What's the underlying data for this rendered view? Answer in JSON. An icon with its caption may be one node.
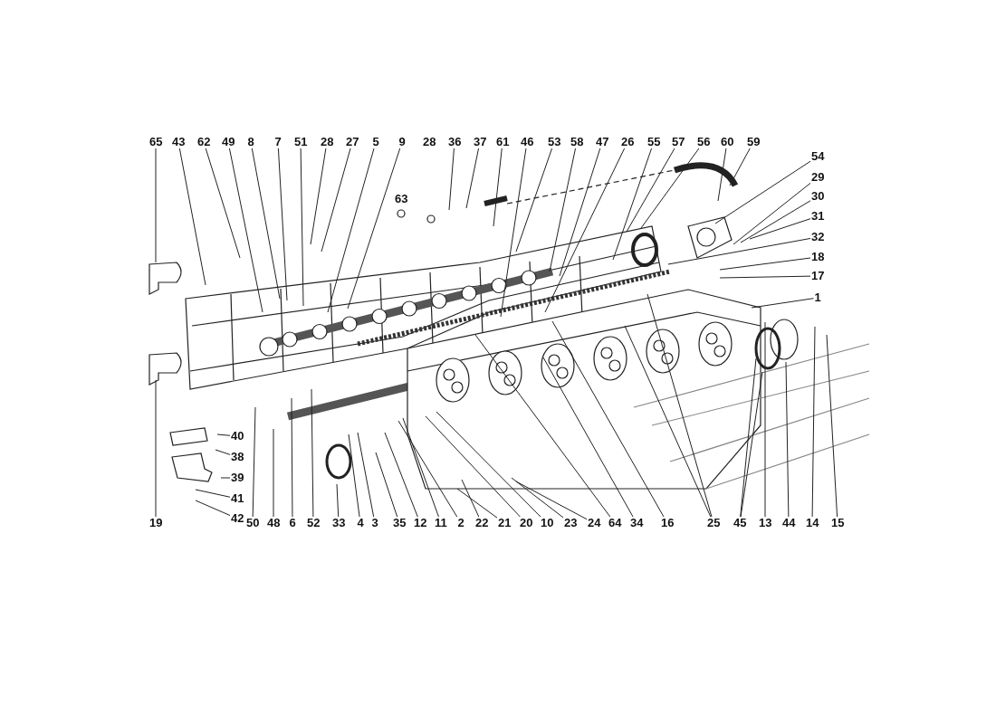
{
  "diagram": {
    "nodes": [
      {
        "text": [
          "65"
        ]
      },
      {
        "text": [
          "43"
        ]
      },
      {
        "text": [
          "62"
        ]
      },
      {
        "text": [
          "49"
        ]
      },
      {
        "text": [
          "8"
        ]
      },
      {
        "text": [
          "7"
        ]
      },
      {
        "text": [
          "51"
        ]
      },
      {
        "text": [
          "28"
        ]
      },
      {
        "text": [
          "27"
        ]
      },
      {
        "text": [
          "5"
        ]
      },
      {
        "text": [
          "9"
        ]
      },
      {
        "text": [
          "36"
        ]
      },
      {
        "text": [
          "37"
        ]
      },
      {
        "text": [
          "61"
        ]
      },
      {
        "text": [
          "46"
        ]
      },
      {
        "text": [
          "53"
        ]
      },
      {
        "text": [
          "58"
        ]
      },
      {
        "text": [
          "47"
        ]
      },
      {
        "text": [
          "26"
        ]
      },
      {
        "text": [
          "55"
        ]
      },
      {
        "text": [
          "57"
        ]
      },
      {
        "text": [
          "56"
        ]
      },
      {
        "text": [
          "60"
        ]
      },
      {
        "text": [
          "59"
        ]
      },
      {
        "text": [
          "54"
        ]
      },
      {
        "text": [
          "29"
        ]
      },
      {
        "text": [
          "30"
        ]
      },
      {
        "text": [
          "31"
        ]
      },
      {
        "text": [
          "32"
        ]
      },
      {
        "text": [
          "18"
        ]
      },
      {
        "text": [
          "17"
        ]
      },
      {
        "text": [
          "1"
        ]
      },
      {
        "text": [
          "40"
        ]
      },
      {
        "text": [
          "38"
        ]
      },
      {
        "text": [
          "39"
        ]
      },
      {
        "text": [
          "41"
        ]
      },
      {
        "text": [
          "42"
        ]
      },
      {
        "text": [
          "19"
        ]
      },
      {
        "text": [
          "50"
        ]
      },
      {
        "text": [
          "48"
        ]
      },
      {
        "text": [
          "6"
        ]
      },
      {
        "text": [
          "52"
        ]
      },
      {
        "text": [
          "33"
        ]
      },
      {
        "text": [
          "4"
        ]
      },
      {
        "text": [
          "3"
        ]
      },
      {
        "text": [
          "35"
        ]
      },
      {
        "text": [
          "12"
        ]
      },
      {
        "text": [
          "11"
        ]
      },
      {
        "text": [
          "2"
        ]
      },
      {
        "text": [
          "22"
        ]
      },
      {
        "text": [
          "21"
        ]
      },
      {
        "text": [
          "20"
        ]
      },
      {
        "text": [
          "10"
        ]
      },
      {
        "text": [
          "23"
        ]
      },
      {
        "text": [
          "24"
        ]
      },
      {
        "text": [
          "64"
        ]
      },
      {
        "text": [
          "34"
        ]
      },
      {
        "text": [
          "16"
        ]
      },
      {
        "text": [
          "25"
        ]
      },
      {
        "text": [
          "45"
        ]
      },
      {
        "text": [
          "13"
        ]
      },
      {
        "text": [
          "44"
        ]
      },
      {
        "text": [
          "14"
        ]
      },
      {
        "text": [
          "15"
        ]
      }
    ],
    "edges": [
      {
        "from": 0,
        "to": null,
        "arrow": "none"
      },
      {
        "from": 1,
        "to": null,
        "arrow": "none"
      },
      {
        "from": 2,
        "to": null,
        "arrow": "none"
      },
      {
        "from": 3,
        "to": null,
        "arrow": "none"
      },
      {
        "from": 4,
        "to": null,
        "arrow": "none"
      },
      {
        "from": 5,
        "to": null,
        "arrow": "none"
      },
      {
        "from": 6,
        "to": null,
        "arrow": "none"
      },
      {
        "from": 7,
        "to": null,
        "arrow": "none"
      },
      {
        "from": 8,
        "to": null,
        "arrow": "none"
      },
      {
        "from": 9,
        "to": null,
        "arrow": "none"
      },
      {
        "from": 10,
        "to": null,
        "arrow": "none"
      },
      {
        "from": 11,
        "to": null,
        "arrow": "none"
      },
      {
        "from": 12,
        "to": null,
        "arrow": "none"
      },
      {
        "from": 13,
        "to": null,
        "arrow": "none"
      },
      {
        "from": 14,
        "to": null,
        "arrow": "none"
      },
      {
        "from": 15,
        "to": null,
        "arrow": "none"
      },
      {
        "from": 16,
        "to": null,
        "arrow": "none"
      },
      {
        "from": 17,
        "to": null,
        "arrow": "none"
      },
      {
        "from": 18,
        "to": null,
        "arrow": "none"
      },
      {
        "from": 19,
        "to": null,
        "arrow": "none"
      },
      {
        "from": 20,
        "to": null,
        "arrow": "none"
      },
      {
        "from": 21,
        "to": null,
        "arrow": "none"
      },
      {
        "from": 22,
        "to": null,
        "arrow": "none"
      },
      {
        "from": 23,
        "to": null,
        "arrow": "none"
      },
      {
        "from": 24,
        "to": null,
        "arrow": "none"
      },
      {
        "from": 25,
        "to": null,
        "arrow": "none"
      },
      {
        "from": 26,
        "to": null,
        "arrow": "none"
      },
      {
        "from": 27,
        "to": null,
        "arrow": "none"
      },
      {
        "from": 28,
        "to": null,
        "arrow": "none"
      },
      {
        "from": 29,
        "to": null,
        "arrow": "none"
      },
      {
        "from": 30,
        "to": null,
        "arrow": "none"
      },
      {
        "from": 31,
        "to": null,
        "arrow": "none"
      },
      {
        "from": 32,
        "to": null,
        "arrow": "none"
      },
      {
        "from": 33,
        "to": null,
        "arrow": "none"
      },
      {
        "from": 34,
        "to": null,
        "arrow": "none"
      },
      {
        "from": 35,
        "to": null,
        "arrow": "none"
      },
      {
        "from": 36,
        "to": null,
        "arrow": "none"
      },
      {
        "from": 37,
        "to": null,
        "arrow": "none"
      },
      {
        "from": 38,
        "to": null,
        "arrow": "none"
      },
      {
        "from": 39,
        "to": null,
        "arrow": "none"
      },
      {
        "from": 40,
        "to": null,
        "arrow": "none"
      },
      {
        "from": 41,
        "to": null,
        "arrow": "none"
      },
      {
        "from": 42,
        "to": null,
        "arrow": "none"
      },
      {
        "from": 43,
        "to": null,
        "arrow": "none"
      },
      {
        "from": 44,
        "to": null,
        "arrow": "none"
      },
      {
        "from": 45,
        "to": null,
        "arrow": "none"
      },
      {
        "from": 46,
        "to": null,
        "arrow": "none"
      },
      {
        "from": 47,
        "to": null,
        "arrow": "none"
      },
      {
        "from": 48,
        "to": null,
        "arrow": "none"
      },
      {
        "from": 49,
        "to": null,
        "arrow": "none"
      },
      {
        "from": 50,
        "to": null,
        "arrow": "none"
      },
      {
        "from": 51,
        "to": null,
        "arrow": "none"
      },
      {
        "from": 52,
        "to": null,
        "arrow": "none"
      },
      {
        "from": 53,
        "to": null,
        "arrow": "none"
      },
      {
        "from": 54,
        "to": null,
        "arrow": "none"
      },
      {
        "from": 55,
        "to": null,
        "arrow": "none"
      },
      {
        "from": 56,
        "to": null,
        "arrow": "none"
      },
      {
        "from": 57,
        "to": null,
        "arrow": "none"
      },
      {
        "from": 58,
        "to": null,
        "arrow": "none"
      },
      {
        "from": 58,
        "to": null,
        "arrow": "none"
      },
      {
        "from": 59,
        "to": null,
        "arrow": "none"
      },
      {
        "from": 59,
        "to": null,
        "arrow": "none"
      },
      {
        "from": 60,
        "to": null,
        "arrow": "none"
      },
      {
        "from": 61,
        "to": null,
        "arrow": "none"
      },
      {
        "from": 62,
        "to": null,
        "arrow": "none"
      },
      {
        "from": 63,
        "to": null,
        "arrow": "none"
      }
    ],
    "labels": [
      "28",
      "63"
    ]
  }
}
